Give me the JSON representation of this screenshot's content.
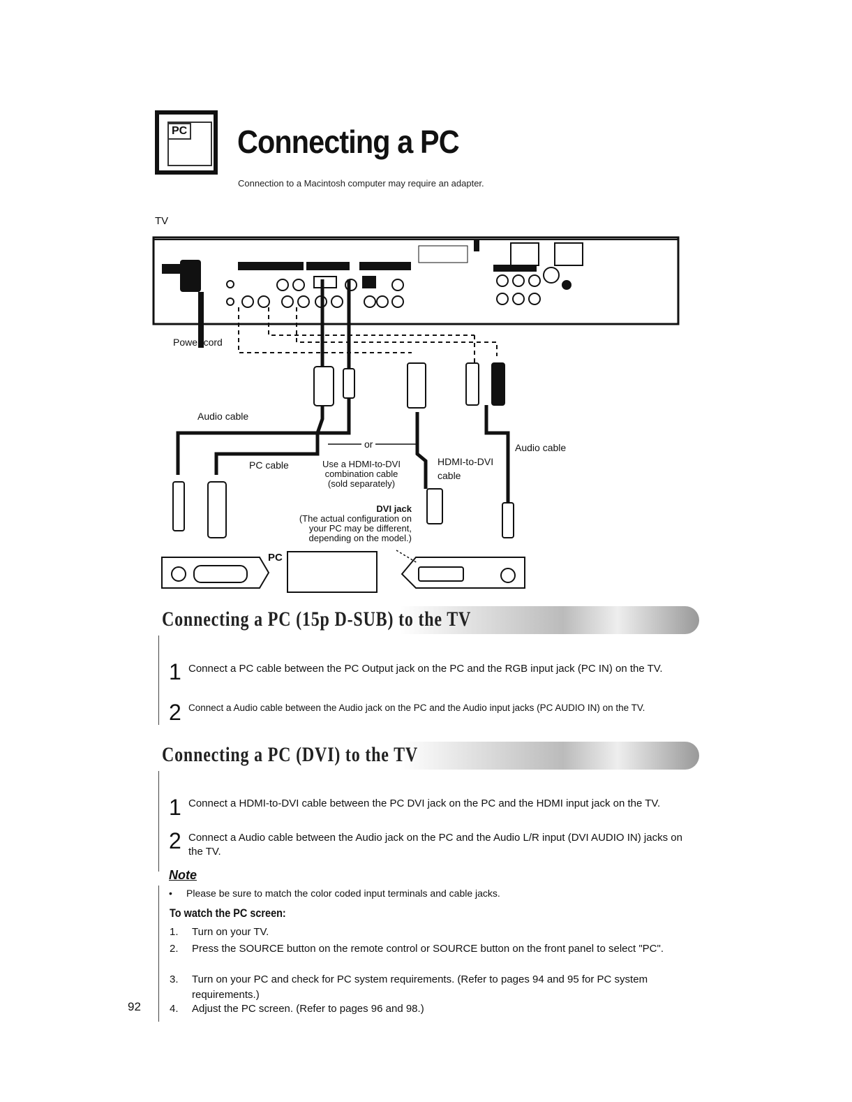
{
  "header": {
    "icon_text": "PC",
    "title": "Connecting a PC",
    "subtitle": "Connection to a Macintosh computer may require an adapter."
  },
  "diagram": {
    "tv_label": "TV",
    "power_cord": "Power cord",
    "audio_cable_left": "Audio cable",
    "audio_cable_right": "Audio cable",
    "pc_cable": "PC cable",
    "or": "or",
    "hdmi_dvi_combo": [
      "Use a HDMI-to-DVI",
      "combination cable",
      "(sold separately)"
    ],
    "hdmi_dvi_cable": [
      "HDMI-to-DVI",
      "cable"
    ],
    "dvi_jack_title": "DVI jack",
    "dvi_jack_note": [
      "(The actual configuration on",
      "your PC may be different,",
      "depending on the model.)"
    ],
    "pc_label": "PC"
  },
  "sections": [
    {
      "title": "Connecting a PC (15p D-SUB) to the TV",
      "steps": [
        {
          "num": "1",
          "text": "Connect a PC cable between the PC Output jack on the PC and the RGB input jack (PC IN) on the TV."
        },
        {
          "num": "2",
          "text": "Connect a Audio cable between the Audio jack on the PC and the Audio input jacks (PC AUDIO IN) on the TV."
        }
      ]
    },
    {
      "title": "Connecting a PC (DVI) to the TV",
      "steps": [
        {
          "num": "1",
          "text": "Connect a HDMI-to-DVI cable between the PC DVI jack on the PC and the HDMI input jack on the TV."
        },
        {
          "num": "2",
          "text": "Connect a Audio cable between the Audio jack on the PC and the Audio L/R input (DVI AUDIO IN) jacks on the TV."
        }
      ]
    }
  ],
  "note": {
    "heading": "Note",
    "bullet": "Please be sure to match the color coded input terminals and cable jacks."
  },
  "watch": {
    "heading": "To watch the PC screen:",
    "items": [
      {
        "num": "1.",
        "text": "Turn on your TV."
      },
      {
        "num": "2.",
        "text": "Press the SOURCE button on the remote control or SOURCE button on the front panel to select \"PC\"."
      },
      {
        "num": "3.",
        "text": "Turn on your PC and check for PC system requirements. (Refer to pages 94 and 95 for PC system requirements.)"
      },
      {
        "num": "4.",
        "text": "Adjust the PC screen. (Refer to pages 96 and 98.)"
      }
    ]
  },
  "page_number": "92"
}
